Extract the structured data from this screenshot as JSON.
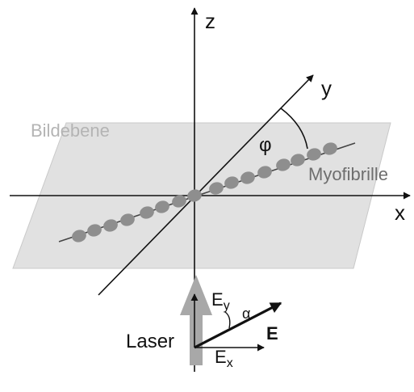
{
  "labels": {
    "axis_z": "z",
    "axis_y": "y",
    "axis_x": "x",
    "image_plane": "Bildebene",
    "myofibril": "Myofibrille",
    "angle_phi": "φ",
    "laser": "Laser",
    "field_E": "E",
    "E_y_base": "E",
    "E_y_sub": "y",
    "E_x_base": "E",
    "E_x_sub": "x",
    "angle_alpha": "α"
  },
  "colors": {
    "plane_fill": "#e1e1e1",
    "plane_stroke": "#c9c9c9",
    "fibril_fill": "#8e8e8e",
    "laser_arrow": "#a8a8a8",
    "plane_label": "#b4b4b4",
    "fibril_label": "#6e6e6e",
    "axis": "#111111"
  }
}
